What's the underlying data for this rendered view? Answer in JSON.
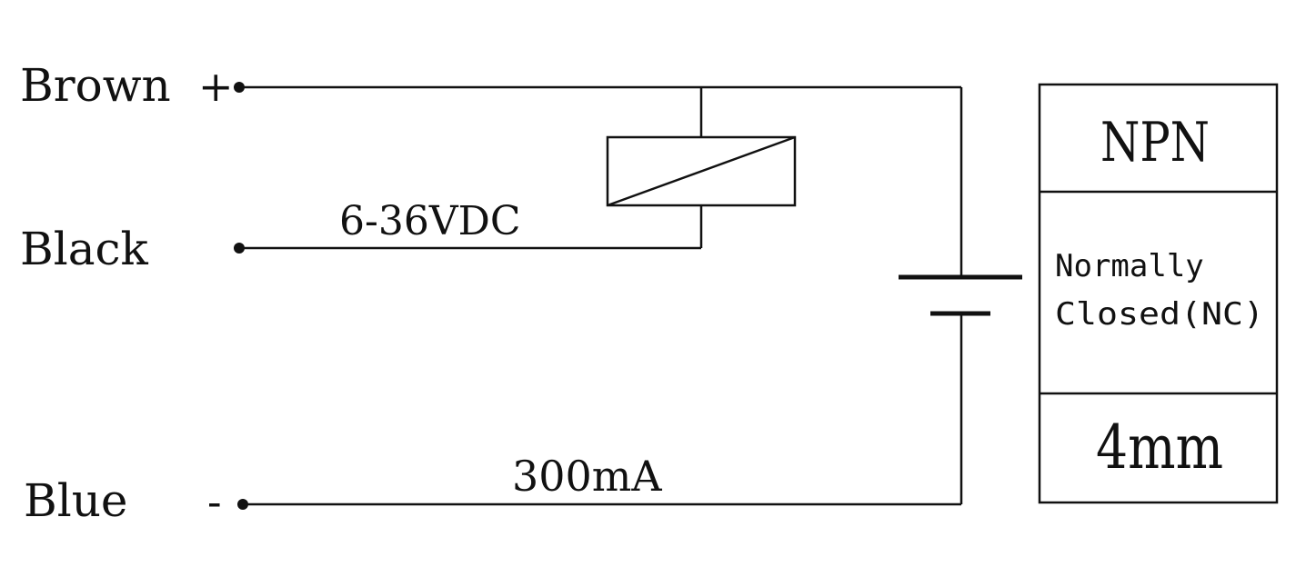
{
  "wires": {
    "brown": {
      "label": "Brown",
      "polarity": "+"
    },
    "black": {
      "label": "Black"
    },
    "blue": {
      "label": "Blue",
      "polarity": "-"
    }
  },
  "annotations": {
    "voltage": "6-36VDC",
    "current": "300mA"
  },
  "spec_table": {
    "type": "NPN",
    "mode_line1": "Normally",
    "mode_line2": "Closed(NC)",
    "distance": "4mm"
  }
}
